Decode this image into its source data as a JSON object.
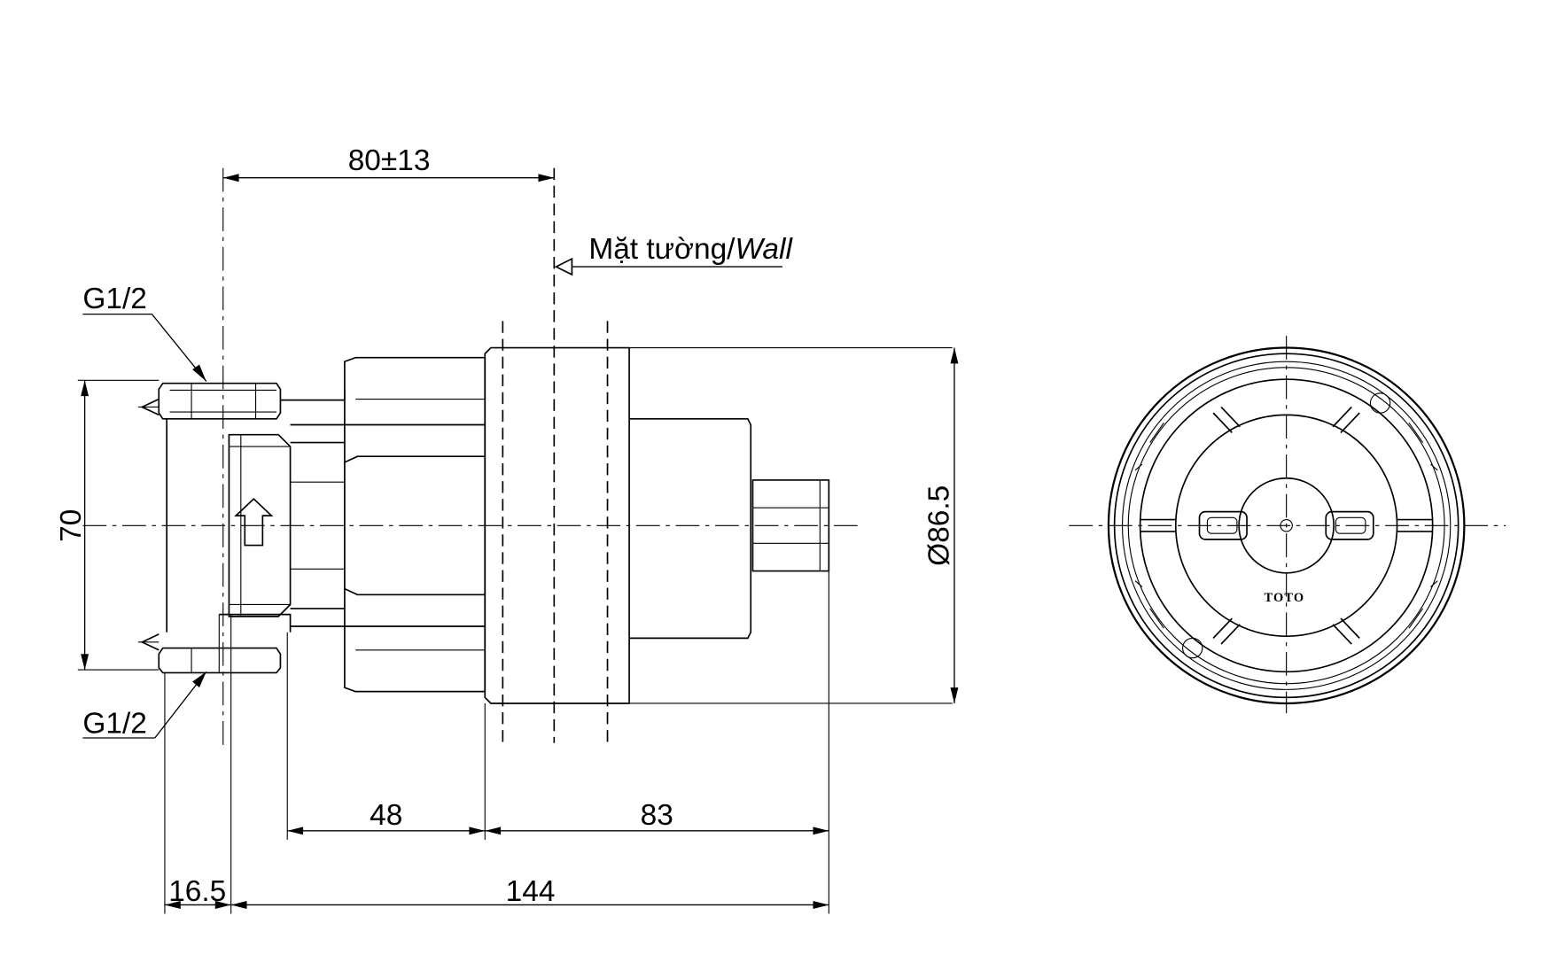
{
  "labels": {
    "top_dim": "80±13",
    "wall_text": "Mặt tường/",
    "wall_text_italic": "Wall",
    "thread_top": "G1/2",
    "thread_bottom": "G1/2",
    "height_dim": "70",
    "diameter_dim": "Ø86.5",
    "dim_48": "48",
    "dim_83": "83",
    "dim_16_5": "16.5",
    "dim_144": "144"
  },
  "logo_text": "TOTO",
  "colors": {
    "line": "#000000",
    "background": "#ffffff"
  }
}
